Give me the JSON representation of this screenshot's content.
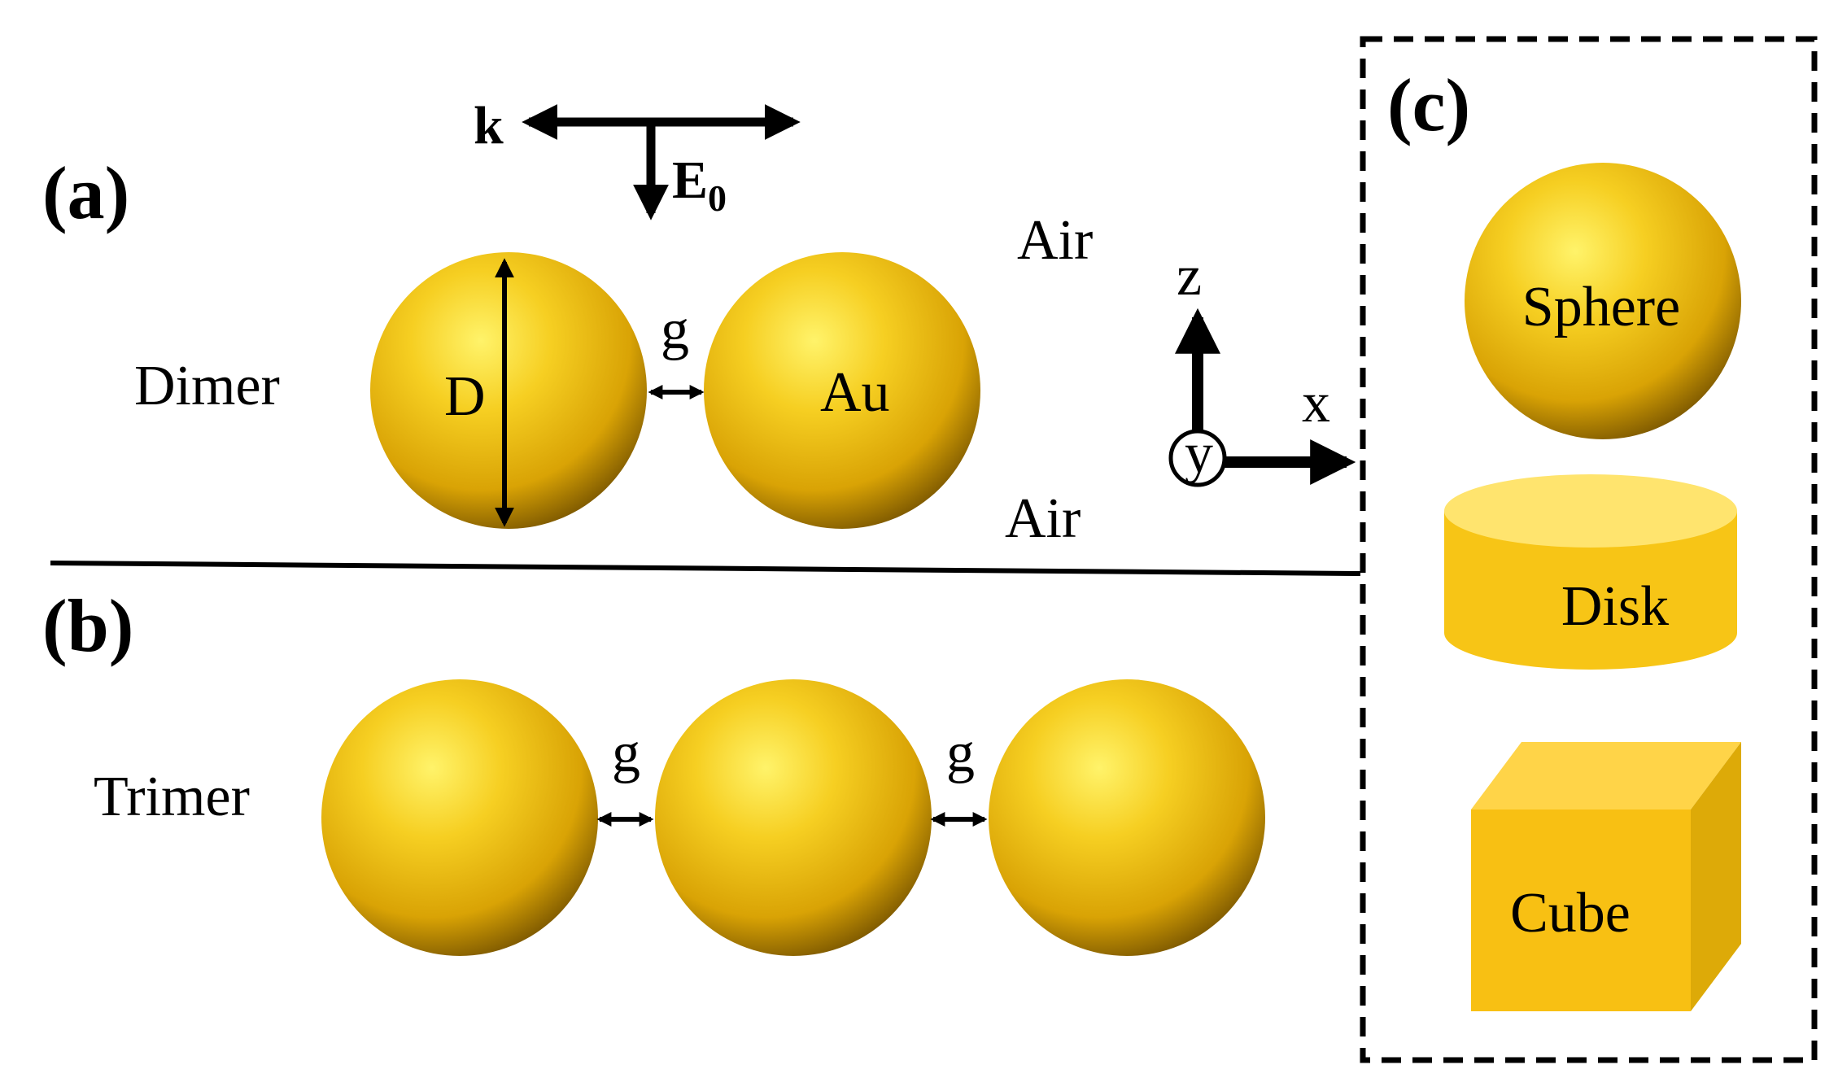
{
  "panels": {
    "a": {
      "label": "(a)",
      "structure": "Dimer",
      "diameter": "D",
      "gap": "g",
      "material": "Au",
      "medium_top": "Air",
      "medium_bottom": "Air"
    },
    "b": {
      "label": "(b)",
      "structure": "Trimer",
      "gap_1": "g",
      "gap_2": "g"
    },
    "c": {
      "label": "(c)",
      "shapes": [
        "Sphere",
        "Disk",
        "Cube"
      ]
    }
  },
  "excitation": {
    "wavevector": "k",
    "field": "E",
    "field_subscript": "0"
  },
  "axes": {
    "z": "z",
    "x": "x",
    "y": "y"
  },
  "colors": {
    "gold_highlight": "#fff36a",
    "gold_mid": "#f2c21a",
    "gold_dark": "#8a6200",
    "disk_top": "#ffe46e",
    "disk_side": "#f7c516",
    "cube_front": "#f8c013",
    "cube_top": "#ffd448",
    "cube_side": "#ddaa08"
  }
}
